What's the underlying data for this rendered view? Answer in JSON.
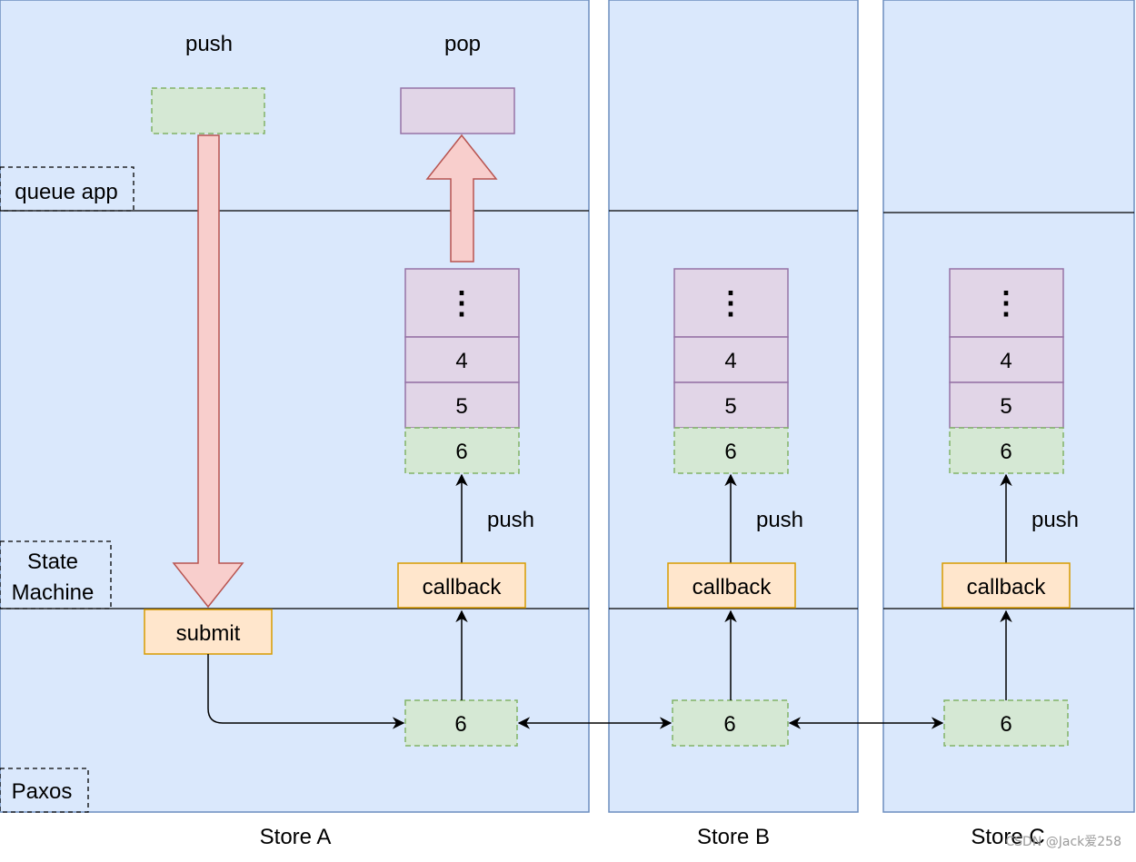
{
  "layers": {
    "queue_app": "queue app",
    "state_machine_line1": "State",
    "state_machine_line2": "Machine",
    "paxos": "Paxos"
  },
  "store_a": {
    "title": "Store A",
    "push_label": "push",
    "pop_label": "pop",
    "submit_label": "submit",
    "callback_label": "callback",
    "stack_push_label": "push",
    "stack": [
      "⋮",
      "4",
      "5",
      "6"
    ],
    "log_entry": "6"
  },
  "store_b": {
    "title": "Store B",
    "callback_label": "callback",
    "stack_push_label": "push",
    "stack": [
      "⋮",
      "4",
      "5",
      "6"
    ],
    "log_entry": "6"
  },
  "store_c": {
    "title": "Store C",
    "callback_label": "callback",
    "stack_push_label": "push",
    "stack": [
      "⋮",
      "4",
      "5",
      "6"
    ],
    "log_entry": "6"
  },
  "watermark": "CSDN @Jack爱258",
  "colors": {
    "panel_fill": "#dae8fc",
    "panel_stroke": "#6c8ebf",
    "purple_fill": "#e1d5e7",
    "purple_stroke": "#9673a6",
    "green_fill": "#d5e8d4",
    "green_stroke": "#82b366",
    "orange_fill": "#ffe6cc",
    "orange_stroke": "#d79b00",
    "big_arrow_fill": "#f8cecc",
    "big_arrow_stroke": "#b85450"
  }
}
